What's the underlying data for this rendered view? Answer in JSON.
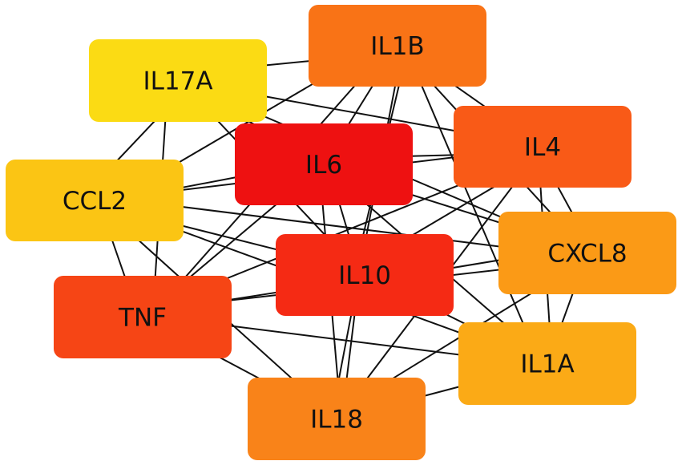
{
  "nodes": [
    {
      "id": "IL1B",
      "label": "IL1B",
      "color": "#F97316"
    },
    {
      "id": "IL17A",
      "label": "IL17A",
      "color": "#FBDB14"
    },
    {
      "id": "IL6",
      "label": "IL6",
      "color": "#EE1111"
    },
    {
      "id": "IL4",
      "label": "IL4",
      "color": "#F95A17"
    },
    {
      "id": "CCL2",
      "label": "CCL2",
      "color": "#FBC514"
    },
    {
      "id": "CXCL8",
      "label": "CXCL8",
      "color": "#FB9A16"
    },
    {
      "id": "IL10",
      "label": "IL10",
      "color": "#F52A14"
    },
    {
      "id": "TNF",
      "label": "TNF",
      "color": "#F64515"
    },
    {
      "id": "IL1A",
      "label": "IL1A",
      "color": "#FBAA16"
    },
    {
      "id": "IL18",
      "label": "IL18",
      "color": "#F98319"
    }
  ],
  "edges": [
    [
      "IL17A",
      "IL1B"
    ],
    [
      "IL17A",
      "IL6"
    ],
    [
      "IL17A",
      "IL4"
    ],
    [
      "IL17A",
      "IL10"
    ],
    [
      "IL17A",
      "CCL2"
    ],
    [
      "IL17A",
      "TNF"
    ],
    [
      "IL17A",
      "CXCL8"
    ],
    [
      "IL1B",
      "IL6"
    ],
    [
      "IL1B",
      "IL4"
    ],
    [
      "IL1B",
      "IL10"
    ],
    [
      "IL1B",
      "CCL2"
    ],
    [
      "IL1B",
      "TNF"
    ],
    [
      "IL1B",
      "CXCL8"
    ],
    [
      "IL1B",
      "IL18"
    ],
    [
      "IL1B",
      "IL1A"
    ],
    [
      "IL6",
      "IL4"
    ],
    [
      "IL6",
      "CCL2"
    ],
    [
      "IL6",
      "TNF"
    ],
    [
      "IL6",
      "IL10"
    ],
    [
      "IL6",
      "CXCL8"
    ],
    [
      "IL6",
      "IL1A"
    ],
    [
      "IL6",
      "IL18"
    ],
    [
      "IL4",
      "CCL2"
    ],
    [
      "IL4",
      "TNF"
    ],
    [
      "IL4",
      "IL10"
    ],
    [
      "IL4",
      "CXCL8"
    ],
    [
      "IL4",
      "IL1A"
    ],
    [
      "IL4",
      "IL18"
    ],
    [
      "CCL2",
      "TNF"
    ],
    [
      "CCL2",
      "IL10"
    ],
    [
      "CCL2",
      "CXCL8"
    ],
    [
      "CCL2",
      "IL1A"
    ],
    [
      "CCL2",
      "IL18"
    ],
    [
      "IL10",
      "TNF"
    ],
    [
      "IL10",
      "CXCL8"
    ],
    [
      "IL10",
      "IL1A"
    ],
    [
      "IL10",
      "IL18"
    ],
    [
      "CXCL8",
      "IL1A"
    ],
    [
      "CXCL8",
      "IL18"
    ],
    [
      "CXCL8",
      "TNF"
    ],
    [
      "TNF",
      "IL18"
    ],
    [
      "TNF",
      "IL1A"
    ],
    [
      "IL1A",
      "IL18"
    ]
  ]
}
